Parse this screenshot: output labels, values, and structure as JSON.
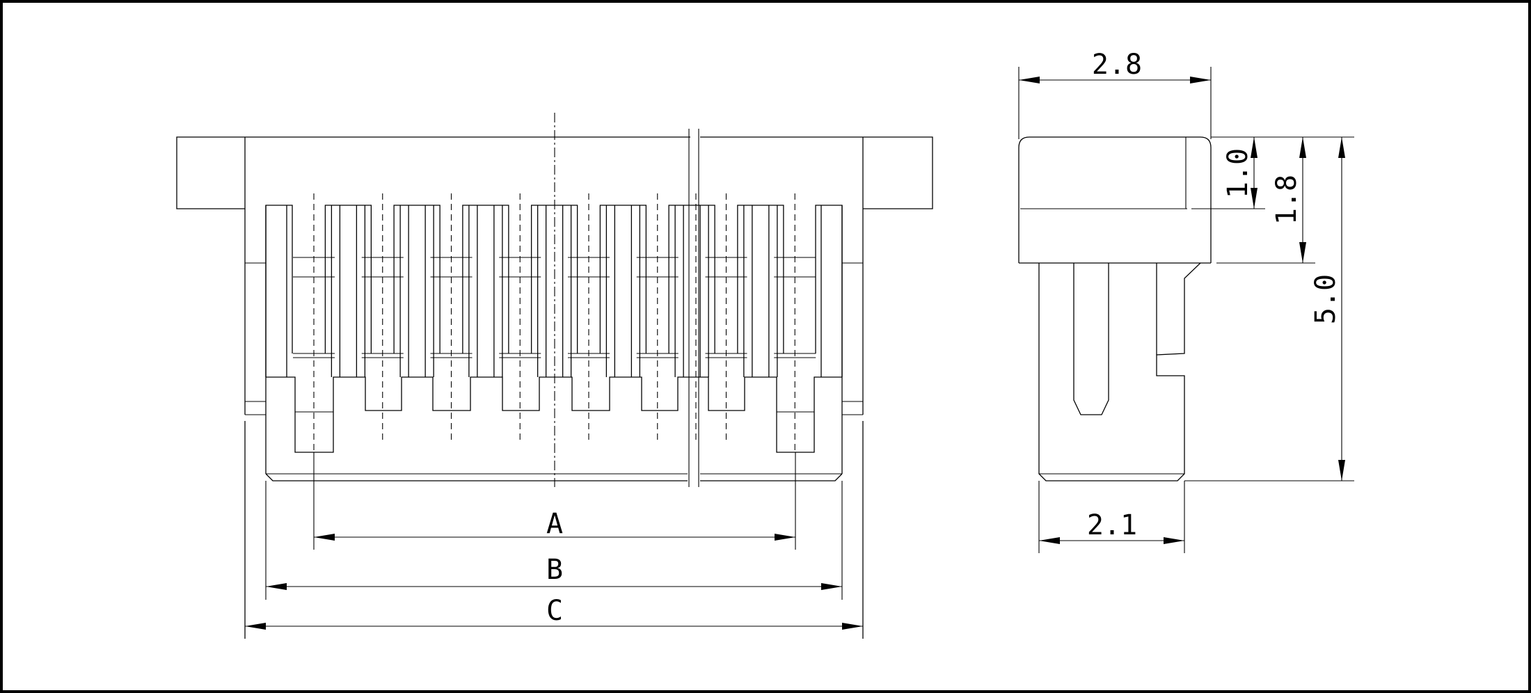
{
  "front_view": {
    "dim_a": "A",
    "dim_b": "B",
    "dim_c": "C"
  },
  "side_view": {
    "dim_top_width": "2.8",
    "dim_bottom_width": "2.1",
    "dim_height_1": "1.0",
    "dim_height_2": "1.8",
    "dim_total_height": "5.0"
  }
}
